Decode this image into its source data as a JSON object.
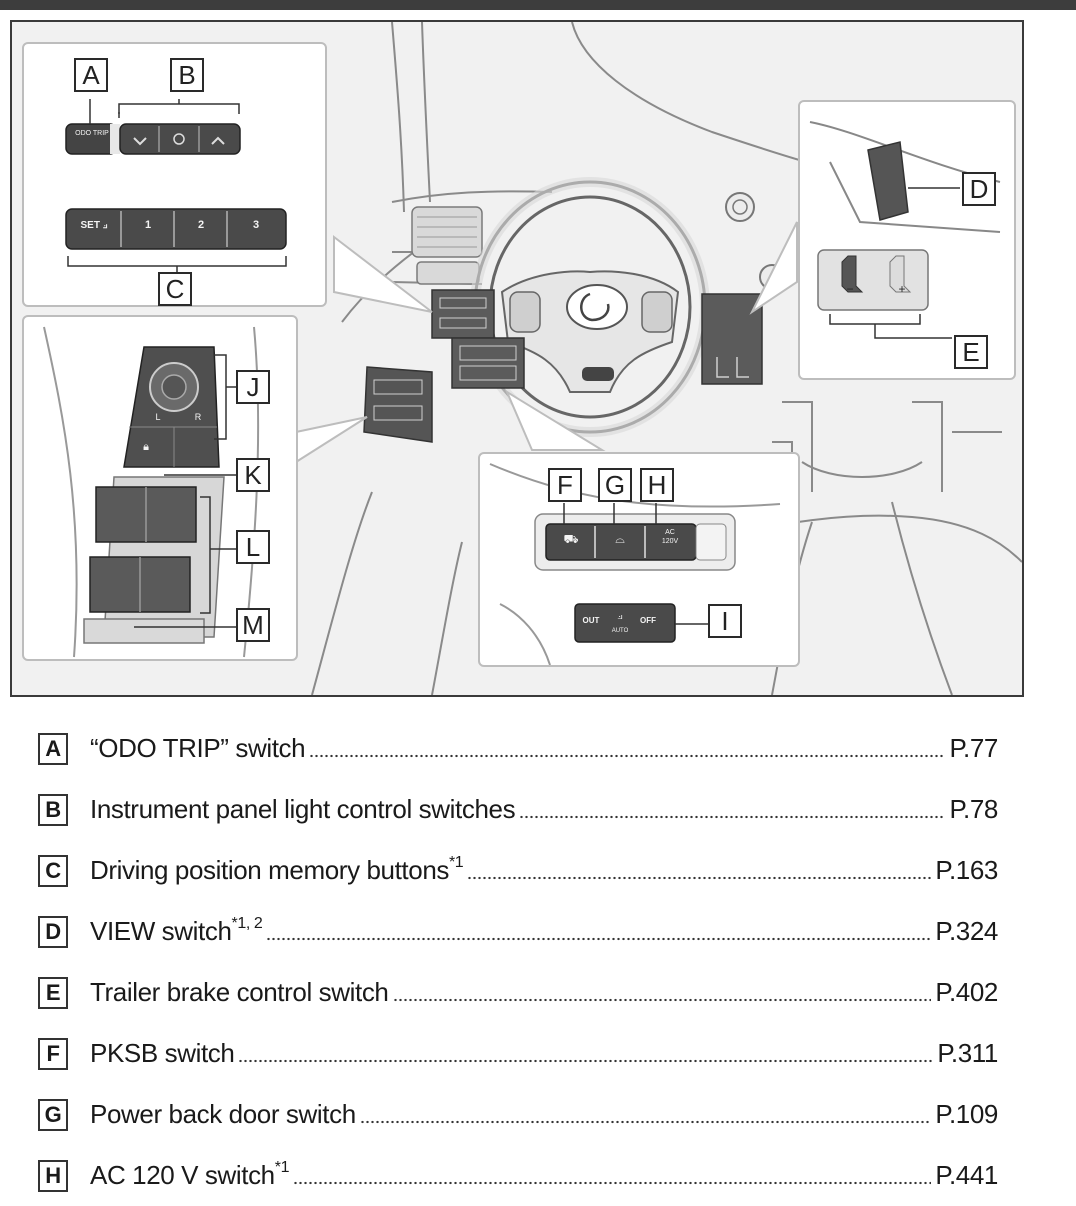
{
  "figure": {
    "callouts": [
      "A",
      "B",
      "C",
      "D",
      "E",
      "F",
      "G",
      "H",
      "I",
      "J",
      "K",
      "L",
      "M"
    ],
    "buttons": {
      "odo_trip": "ODO TRIP",
      "memory_set": "SET",
      "memory_1": "1",
      "memory_2": "2",
      "memory_3": "3",
      "ac_line1": "AC",
      "ac_line2": "120V",
      "out_label": "OUT",
      "off_label": "OFF",
      "auto_label": "AUTO",
      "trailer_minus": "−",
      "trailer_plus": "+",
      "window_left": "L",
      "window_right": "R"
    }
  },
  "legend": [
    {
      "key": "A",
      "text": "“ODO TRIP” switch",
      "sup": "",
      "page": "P.77"
    },
    {
      "key": "B",
      "text": "Instrument panel light control switches",
      "sup": "",
      "page": "P.78"
    },
    {
      "key": "C",
      "text": "Driving position memory buttons",
      "sup": "*1",
      "page": "P.163"
    },
    {
      "key": "D",
      "text": "VIEW switch",
      "sup": "*1, 2",
      "page": "P.324"
    },
    {
      "key": "E",
      "text": "Trailer brake control switch",
      "sup": "",
      "page": "P.402"
    },
    {
      "key": "F",
      "text": "PKSB switch",
      "sup": "",
      "page": "P.311"
    },
    {
      "key": "G",
      "text": "Power back door switch",
      "sup": "",
      "page": "P.109"
    },
    {
      "key": "H",
      "text": "AC 120 V switch",
      "sup": "*1",
      "page": "P.441"
    }
  ]
}
